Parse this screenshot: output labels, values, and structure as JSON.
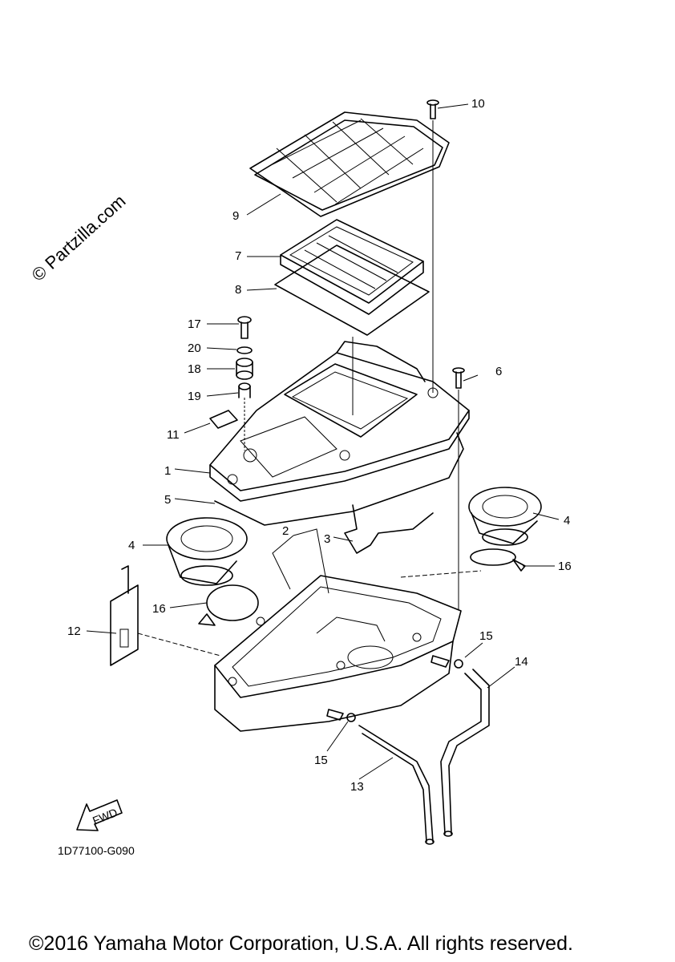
{
  "watermark": "© Partzilla.com",
  "diagram_code": "1D77100-G090",
  "fwd_label": "FWD",
  "copyright": "©2016 Yamaha Motor Corporation, U.S.A. All rights reserved.",
  "callouts": {
    "c1": "1",
    "c2": "2",
    "c3": "3",
    "c4a": "4",
    "c4b": "4",
    "c5": "5",
    "c6": "6",
    "c7": "7",
    "c8": "8",
    "c9": "9",
    "c10": "10",
    "c11": "11",
    "c12": "12",
    "c13": "13",
    "c14": "14",
    "c15a": "15",
    "c15b": "15",
    "c16a": "16",
    "c16b": "16",
    "c17": "17",
    "c18": "18",
    "c19": "19",
    "c20": "20"
  }
}
